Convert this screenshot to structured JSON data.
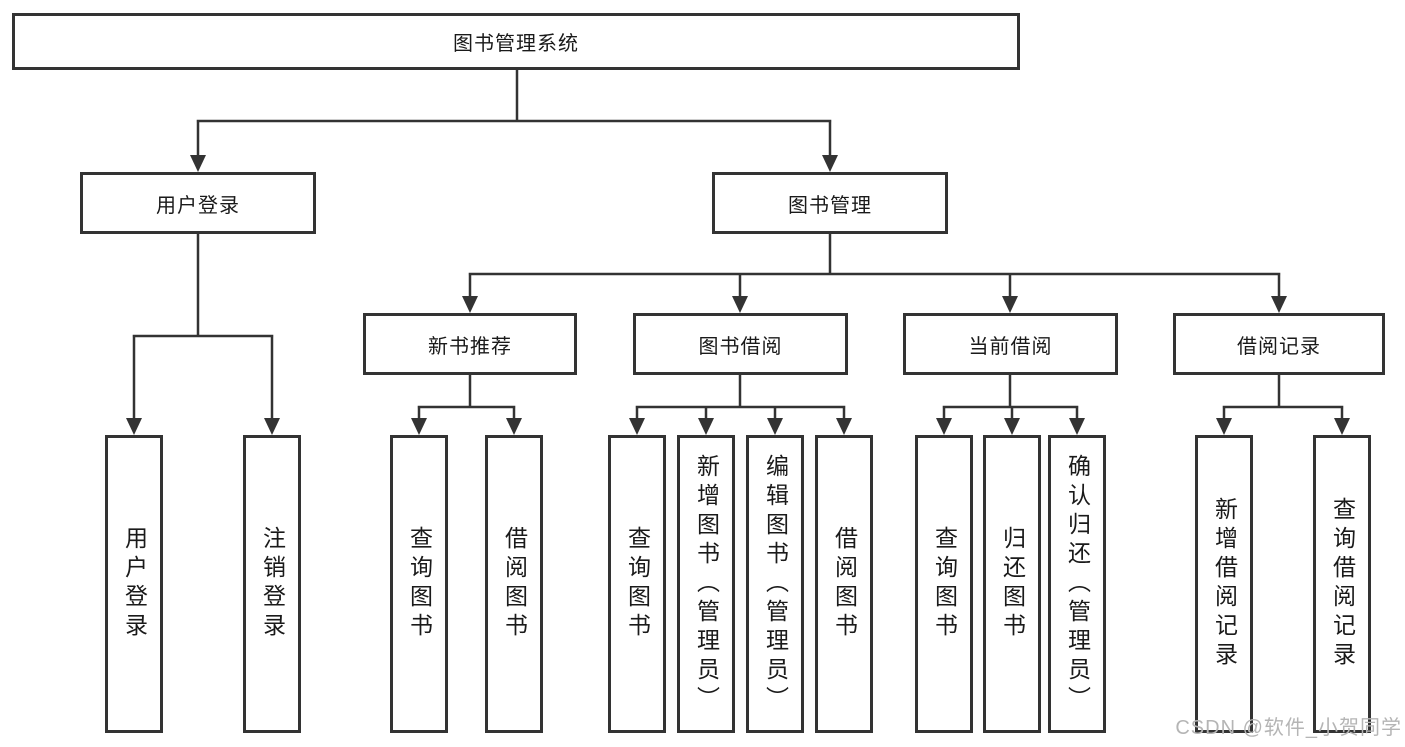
{
  "diagram": {
    "root": "图书管理系统",
    "level2": {
      "user_login": "用户登录",
      "book_mgmt": "图书管理"
    },
    "level3": {
      "new_book_rec": "新书推荐",
      "book_borrow": "图书借阅",
      "current_borrow": "当前借阅",
      "borrow_record": "借阅记录"
    },
    "leaves": {
      "user_login": "用户登录",
      "logout": "注销登录",
      "nbr_query": "查询图书",
      "nbr_borrow": "借阅图书",
      "bb_query": "查询图书",
      "bb_add": "新增图书（管理员）",
      "bb_edit": "编辑图书（管理员）",
      "bb_borrow": "借阅图书",
      "cb_query": "查询图书",
      "cb_return": "归还图书",
      "cb_confirm": "确认归还（管理员）",
      "br_add": "新增借阅记录",
      "br_query": "查询借阅记录"
    },
    "structure": {
      "图书管理系统": [
        "用户登录",
        "图书管理"
      ],
      "用户登录": [
        "用户登录",
        "注销登录"
      ],
      "图书管理": [
        "新书推荐",
        "图书借阅",
        "当前借阅",
        "借阅记录"
      ],
      "新书推荐": [
        "查询图书",
        "借阅图书"
      ],
      "图书借阅": [
        "查询图书",
        "新增图书（管理员）",
        "编辑图书（管理员）",
        "借阅图书"
      ],
      "当前借阅": [
        "查询图书",
        "归还图书",
        "确认归还（管理员）"
      ],
      "借阅记录": [
        "新增借阅记录",
        "查询借阅记录"
      ]
    }
  },
  "watermark": "CSDN @软件_小贺同学",
  "colors": {
    "line": "#333333",
    "box_border": "#333333",
    "text": "#1a1a1a",
    "watermark": "#b5b5b5",
    "background": "#ffffff"
  }
}
